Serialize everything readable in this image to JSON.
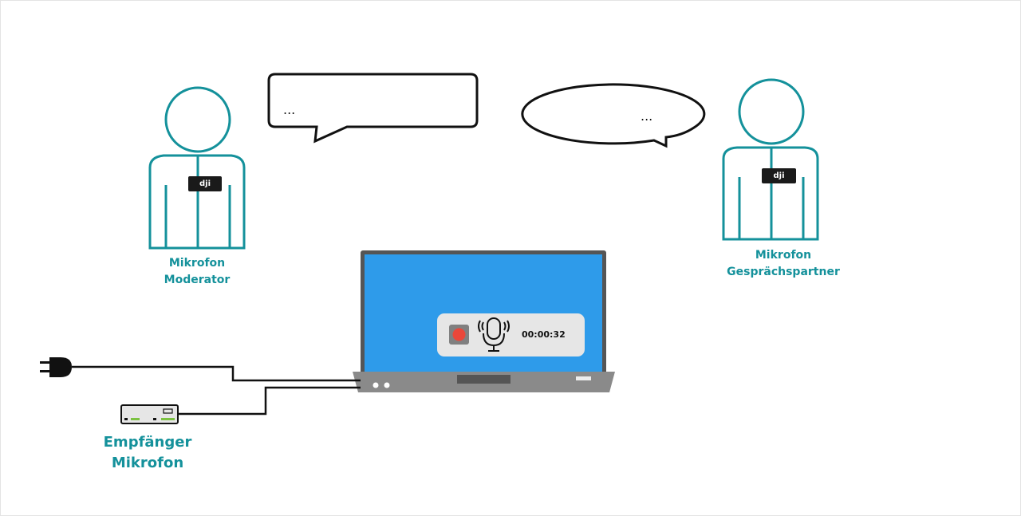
{
  "moderator": {
    "label_line1": "Mikrofon",
    "label_line2": "Moderator",
    "badge": "dji",
    "speech": "..."
  },
  "partner": {
    "label_line1": "Mikrofon",
    "label_line2": "Gesprächspartner",
    "badge": "dji",
    "speech": "..."
  },
  "laptop": {
    "recording_time": "00:00:32"
  },
  "receiver": {
    "label_line1": "Empfänger",
    "label_line2": "Mikrofon"
  },
  "colors": {
    "accent": "#14919b",
    "screen": "#2e9bea",
    "record": "#e9473a"
  }
}
